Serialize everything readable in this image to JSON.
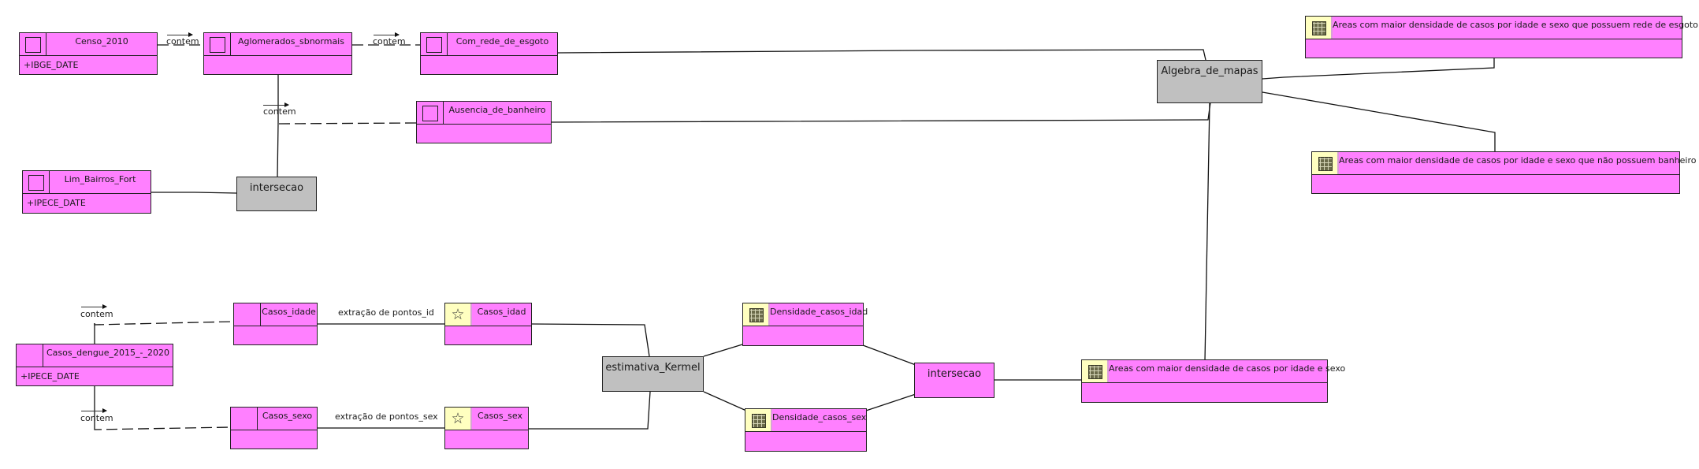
{
  "diagram": {
    "classes": {
      "censo": {
        "name": "Censo_2010",
        "attribute": "+IBGE_DATE",
        "icon": "polygon-icon"
      },
      "aglomerados": {
        "name": "Aglomerados_sbnormais",
        "attribute": "",
        "icon": "polygon-icon"
      },
      "com_rede": {
        "name": "Com_rede_de_esgoto",
        "attribute": "",
        "icon": "polygon-icon"
      },
      "ausencia": {
        "name": "Ausencia_de_banheiro",
        "attribute": "",
        "icon": "polygon-icon"
      },
      "lim_bairros": {
        "name": "Lim_Bairros_Fort",
        "attribute": "+IPECE_DATE",
        "icon": "polygon-icon"
      },
      "casos_dengue": {
        "name": "Casos_dengue_2015_-_2020",
        "attribute": "+IPECE_DATE",
        "icon": "none"
      },
      "casos_idade": {
        "name": "Casos_idade",
        "attribute": "",
        "icon": "none"
      },
      "casos_sexo": {
        "name": "Casos_sexo",
        "attribute": "",
        "icon": "none"
      },
      "casos_idad": {
        "name": "Casos_idad",
        "attribute": "",
        "icon": "point-star-icon"
      },
      "casos_sex": {
        "name": "Casos_sex",
        "attribute": "",
        "icon": "point-star-icon"
      },
      "densidade_idad": {
        "name": "Densidade_casos_idad",
        "attribute": "",
        "icon": "raster-grid-icon"
      },
      "densidade_sex": {
        "name": "Densidade_casos_sex",
        "attribute": "",
        "icon": "raster-grid-icon"
      },
      "areas": {
        "name": "Areas com maior densidade de casos por idade e sexo",
        "attribute": "",
        "icon": "raster-grid-icon"
      },
      "areas_esgoto": {
        "name": "Areas com maior densidade de casos por idade e sexo que possuem rede de esgoto",
        "attribute": "",
        "icon": "raster-grid-icon"
      },
      "areas_banheiro": {
        "name": "Areas com maior densidade de casos por idade e sexo que não possuem banheiro",
        "attribute": "",
        "icon": "raster-grid-icon"
      }
    },
    "operations": {
      "intersecao_top": "intersecao",
      "algebra": "Algebra_de_mapas",
      "estimativa": "estimativa_Kermel",
      "intersecao_bottom": "intersecao"
    },
    "relation_labels": {
      "contem": "contem",
      "extracao_id": "extração de pontos_id",
      "extracao_sex": "extração de pontos_sex"
    },
    "colors": {
      "class_fill": "#ff80ff",
      "operation_fill": "#c0c0c0",
      "icon_fill": "#ffffc0"
    }
  }
}
